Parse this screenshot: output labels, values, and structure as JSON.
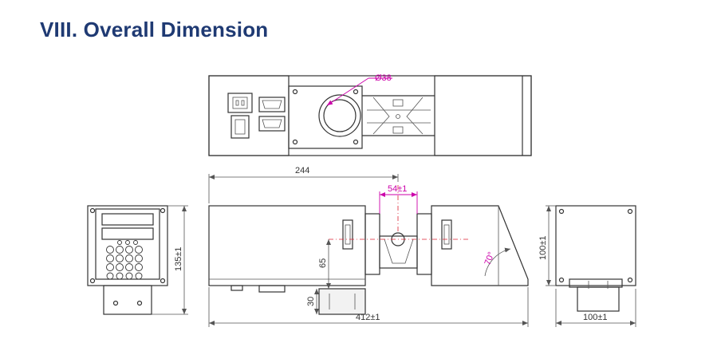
{
  "title": "VIII. Overall Dimension",
  "dimensions": {
    "diameter": "Ø38",
    "length_upper": "244",
    "gap": "54±1",
    "height_left": "135±1",
    "height_inner": "65",
    "angle": "70°",
    "foot": "30",
    "length_total": "412±1",
    "height_right": "100±1",
    "width_right": "100±1"
  },
  "colors": {
    "title": "#1f3a73",
    "dimension_highlight": "#cc00aa",
    "centerline": "#dd2233",
    "line": "#333333"
  }
}
